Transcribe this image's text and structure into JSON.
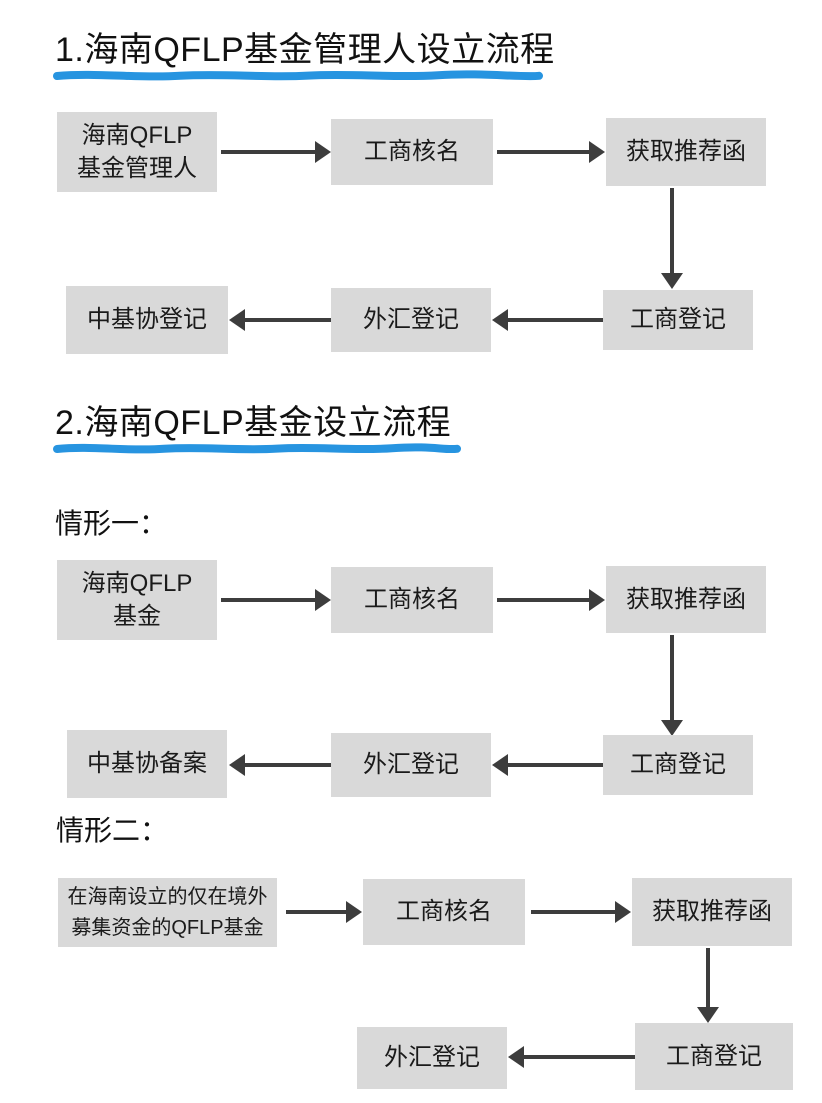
{
  "colors": {
    "background": "#ffffff",
    "box_fill": "#d9d9d9",
    "arrow": "#3d3d3d",
    "underline_blue": "#2794e0",
    "text": "#1a1a1a"
  },
  "section1": {
    "title": "1.海南QFLP基金管理人设立流程",
    "nodes": {
      "start": {
        "line1": "海南QFLP",
        "line2": "基金管理人"
      },
      "check_name": "工商核名",
      "get_referral": "获取推荐函",
      "business_reg": "工商登记",
      "forex_reg": "外汇登记",
      "amac_reg": "中基协登记"
    }
  },
  "section2": {
    "title": "2.海南QFLP基金设立流程",
    "case1": {
      "label": "情形一：",
      "nodes": {
        "start": {
          "line1": "海南QFLP",
          "line2": "基金"
        },
        "check_name": "工商核名",
        "get_referral": "获取推荐函",
        "business_reg": "工商登记",
        "forex_reg": "外汇登记",
        "amac_filing": "中基协备案"
      }
    },
    "case2": {
      "label": "情形二：",
      "nodes": {
        "start": {
          "line1": "在海南设立的仅在境外",
          "line2": "募集资金的QFLP基金"
        },
        "check_name": "工商核名",
        "get_referral": "获取推荐函",
        "business_reg": "工商登记",
        "forex_reg": "外汇登记"
      }
    }
  }
}
